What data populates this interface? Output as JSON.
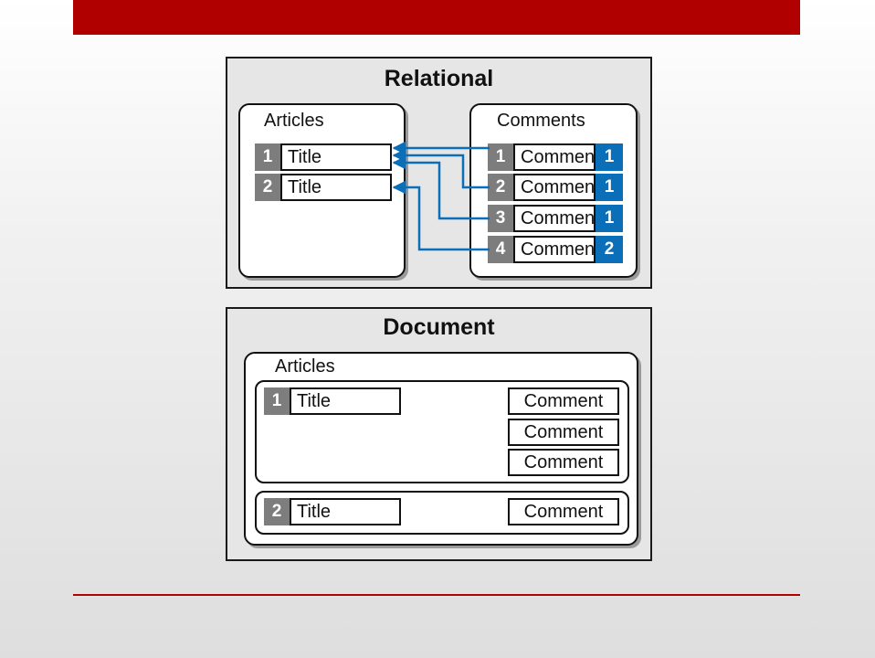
{
  "relational": {
    "title": "Relational",
    "articles": {
      "label": "Articles",
      "rows": [
        {
          "id": "1",
          "title": "Title"
        },
        {
          "id": "2",
          "title": "Title"
        }
      ]
    },
    "comments": {
      "label": "Comments",
      "rows": [
        {
          "id": "1",
          "text": "Comment",
          "article_ref": "1"
        },
        {
          "id": "2",
          "text": "Comment",
          "article_ref": "1"
        },
        {
          "id": "3",
          "text": "Comment",
          "article_ref": "1"
        },
        {
          "id": "4",
          "text": "Comment",
          "article_ref": "2"
        }
      ]
    }
  },
  "document": {
    "title": "Document",
    "articles_label": "Articles",
    "articles": [
      {
        "id": "1",
        "title": "Title",
        "comments": [
          "Comment",
          "Comment",
          "Comment"
        ]
      },
      {
        "id": "2",
        "title": "Title",
        "comments": [
          "Comment"
        ]
      }
    ]
  },
  "colors": {
    "accent_red": "#b00000",
    "link_blue": "#0b6eb8",
    "id_gray": "#7d7d7d"
  }
}
